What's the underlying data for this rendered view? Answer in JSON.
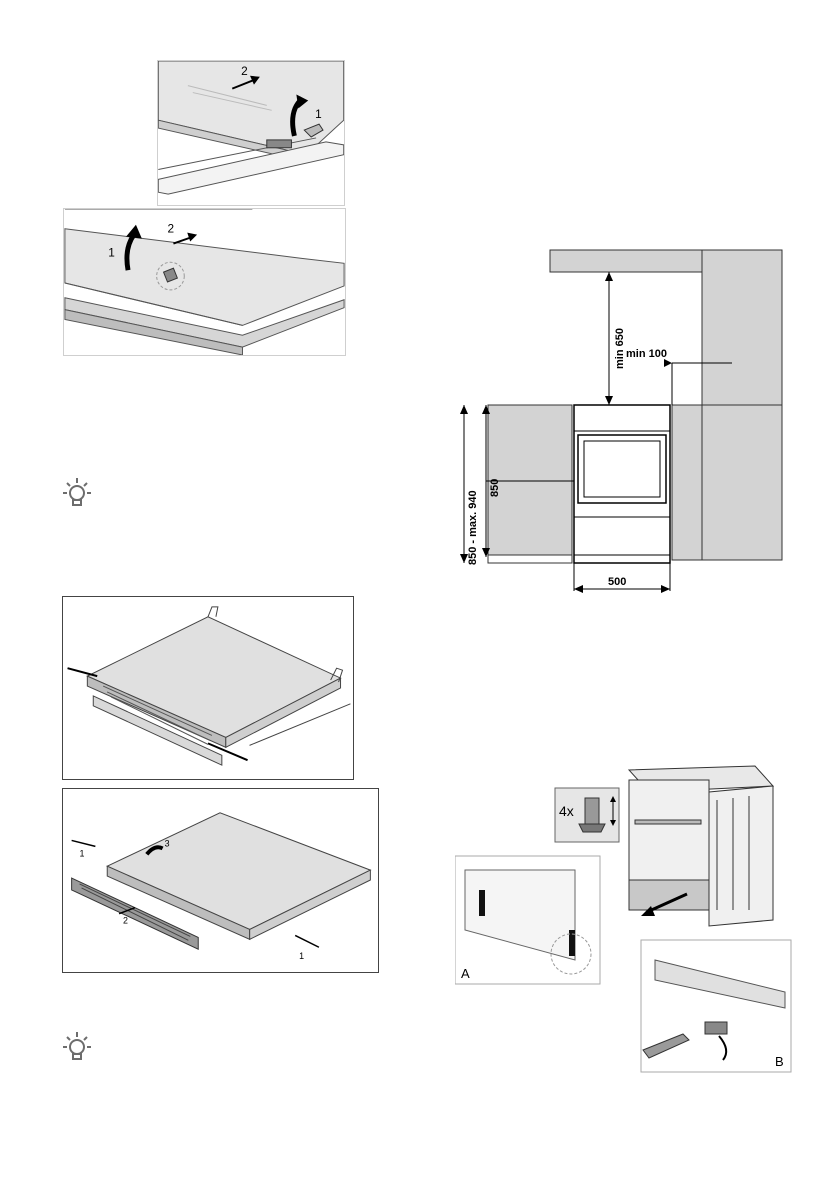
{
  "fig_lid_top": {
    "step_slide": "2",
    "step_lift": "1"
  },
  "fig_lid_bottom": {
    "step_lift": "1",
    "step_slide": "2"
  },
  "tip_icon_1": {
    "icon": "lightbulb-icon"
  },
  "tip_icon_2": {
    "icon": "lightbulb-icon"
  },
  "fig_panel_assembled": {},
  "fig_panel_removal": {
    "step_left": "1",
    "step_front": "2",
    "step_rotate": "3",
    "step_right": "1"
  },
  "fig_dimensions": {
    "min_top": "min 650",
    "min_side": "min 100",
    "height_range": "850 - max. 940",
    "height": "850",
    "width": "500"
  },
  "fig_feet": {
    "feet_count": "4x",
    "detail_a": "A",
    "detail_b": "B"
  }
}
